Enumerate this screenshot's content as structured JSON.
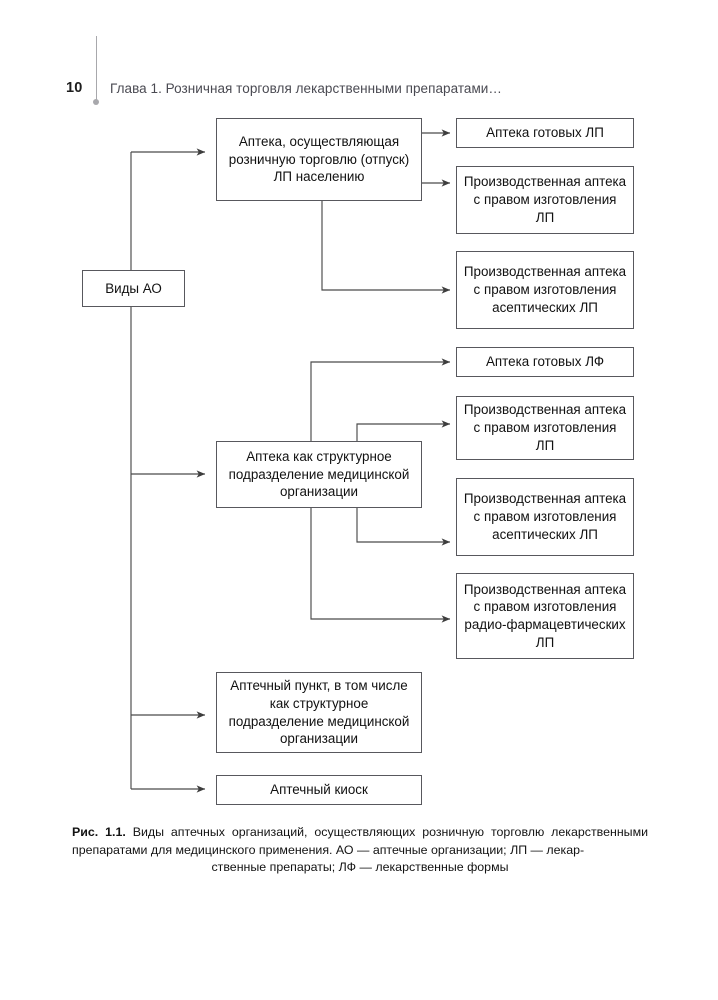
{
  "page": {
    "number": "10",
    "chapter_title": "Глава 1. Розничная торговля лекарственными препаратами…"
  },
  "diagram": {
    "title_node": {
      "label": "Виды АО"
    },
    "level1": [
      {
        "id": "l1-retail",
        "label": "Аптека, осуществляющая розничную торговлю (отпуск) ЛП населению"
      },
      {
        "id": "l1-struct",
        "label": "Аптека как структурное подразделение медицинской организации"
      },
      {
        "id": "l1-point",
        "label": "Аптечный пункт, в том числе как структурное подразделение медицинской организации"
      },
      {
        "id": "l1-kiosk",
        "label": "Аптечный киоск"
      }
    ],
    "level2": [
      {
        "id": "r1",
        "label": "Аптека готовых ЛП"
      },
      {
        "id": "r2",
        "label": "Производственная аптека с правом изготовления ЛП"
      },
      {
        "id": "r3",
        "label": "Производственная аптека с правом изготовления асептических ЛП"
      },
      {
        "id": "r4",
        "label": "Аптека готовых ЛФ"
      },
      {
        "id": "r5",
        "label": "Производственная аптека с правом изготовления ЛП"
      },
      {
        "id": "r6",
        "label": "Производственная аптека с правом изготовления асептических ЛП"
      },
      {
        "id": "r7",
        "label": "Производственная аптека с правом изготовления радио-фармацевтических ЛП"
      }
    ]
  },
  "caption": {
    "label": "Рис. 1.1.",
    "text_line_a": " Виды аптечных организаций, осуществляющих розничную торговлю лекарственными препаратами для медицинского применения. АО — аптечные организации; ЛП — лекар-",
    "text_line_b": "ственные препараты; ЛФ — лекарственные формы"
  },
  "colors": {
    "box_border": "#58585d",
    "connector": "#4a4a4a",
    "rule": "#a8a8ac",
    "chapter_text": "#4a4a52",
    "page_bg": "#ffffff"
  }
}
